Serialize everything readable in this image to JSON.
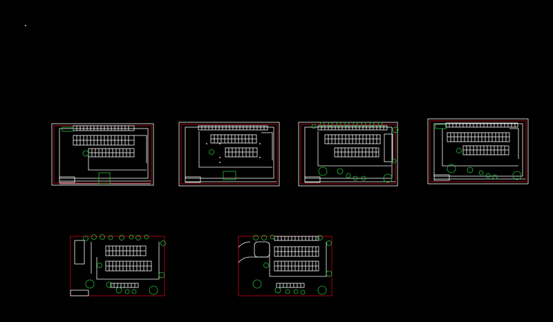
{
  "drawing": {
    "background_color": "#000000",
    "colors": {
      "linework": "#ffffff",
      "boundary": "#d0021b",
      "vegetation": "#22c43a",
      "mark": "#cccccc"
    },
    "sheets": [
      {
        "id": "plan-1",
        "row": "top",
        "trees": "few"
      },
      {
        "id": "plan-2",
        "row": "top",
        "trees": "none"
      },
      {
        "id": "plan-3",
        "row": "top",
        "trees": "many"
      },
      {
        "id": "plan-4",
        "row": "top",
        "trees": "some"
      },
      {
        "id": "plan-5",
        "row": "bottom",
        "trees": "many"
      },
      {
        "id": "plan-6",
        "row": "bottom",
        "trees": "many"
      }
    ]
  }
}
